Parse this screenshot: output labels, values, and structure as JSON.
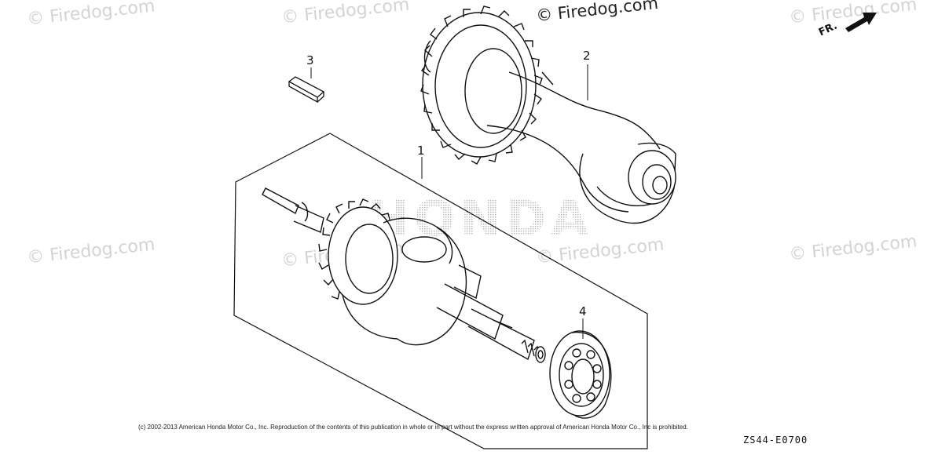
{
  "watermarks": [
    "© Firedog.com",
    "© Firedog.com",
    "© Firedog.com",
    "© Firedog.com",
    "© Firedog.com",
    "© Firedog.com",
    "© Firedog.com",
    "© Firedog.com"
  ],
  "brand_watermark": "HONDA",
  "callouts": [
    "1",
    "2",
    "3",
    "4"
  ],
  "direction_label": "FR.",
  "copyright": "(c) 2002-2013 American Honda Motor Co., Inc. Reproduction of the contents of this publication in whole or in part without the express written approval of American Honda Motor Co., Inc is prohibited.",
  "diagram_code": "ZS44-E0700"
}
